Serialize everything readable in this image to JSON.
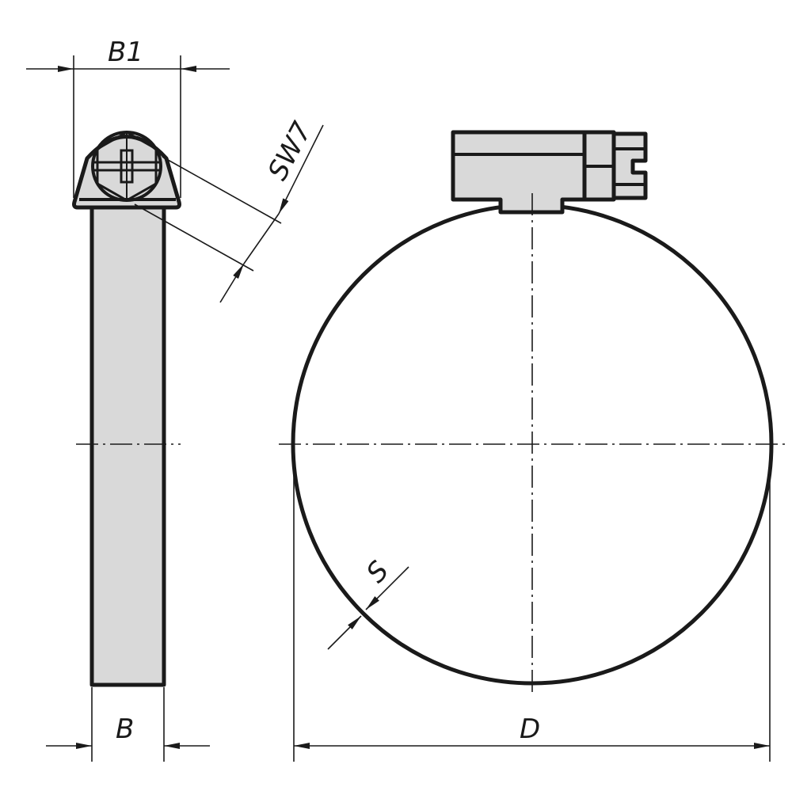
{
  "labels": {
    "b1": "B1",
    "sw": "SW7",
    "b": "B",
    "d": "D",
    "s": "S"
  },
  "colors": {
    "line": "#1a1a1a",
    "fill": "#d9d9d9",
    "background": "#ffffff"
  }
}
